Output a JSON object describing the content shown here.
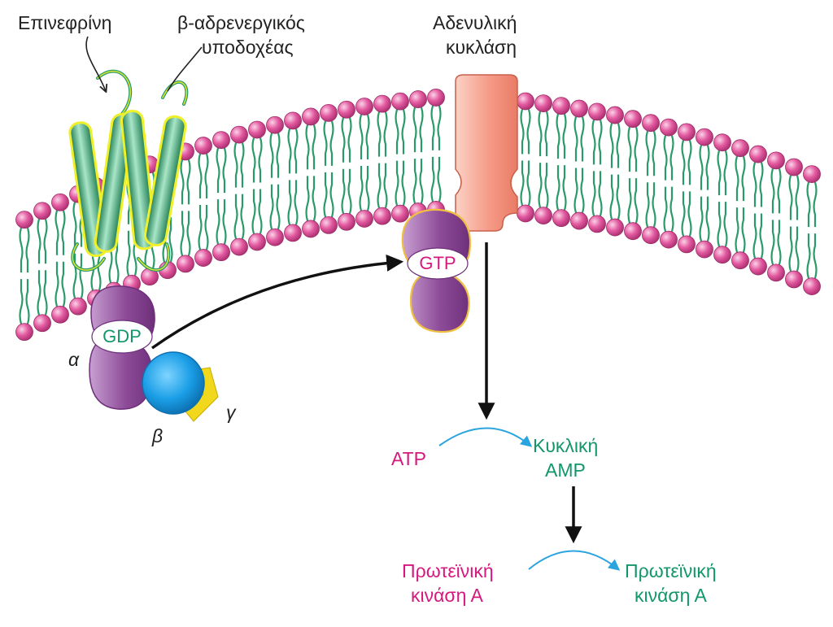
{
  "labels": {
    "epinephrine": "Επινεφρίνη",
    "receptor_line1": "β-αδρενεργικός",
    "receptor_line2": "υποδοχέας",
    "adenylyl_line1": "Αδενυλική",
    "adenylyl_line2": "κυκλάση",
    "gdp": "GDP",
    "gtp": "GTP",
    "alpha": "α",
    "beta": "β",
    "gamma": "γ",
    "atp": "ATP",
    "camp_line1": "Κυκλική",
    "camp_line2": "AMP",
    "pka_inactive_line1": "Πρωτεϊνική",
    "pka_inactive_line2": "κινάση Α",
    "pka_active_line1": "Πρωτεϊνική",
    "pka_active_line2": "κινάση Α"
  },
  "colors": {
    "lipid_head": "#e35aa0",
    "lipid_tail": "#2b9a6a",
    "receptor": "#4dbb8a",
    "receptor_outline": "#f0f02a",
    "adenylyl_cyclase": "#f59a86",
    "g_alpha": "#8e4c98",
    "g_beta": "#1a9ee6",
    "g_gamma": "#f2d81c",
    "magenta_text": "#d6187e",
    "green_text": "#12966a",
    "arrow_blue": "#2aa4de"
  }
}
